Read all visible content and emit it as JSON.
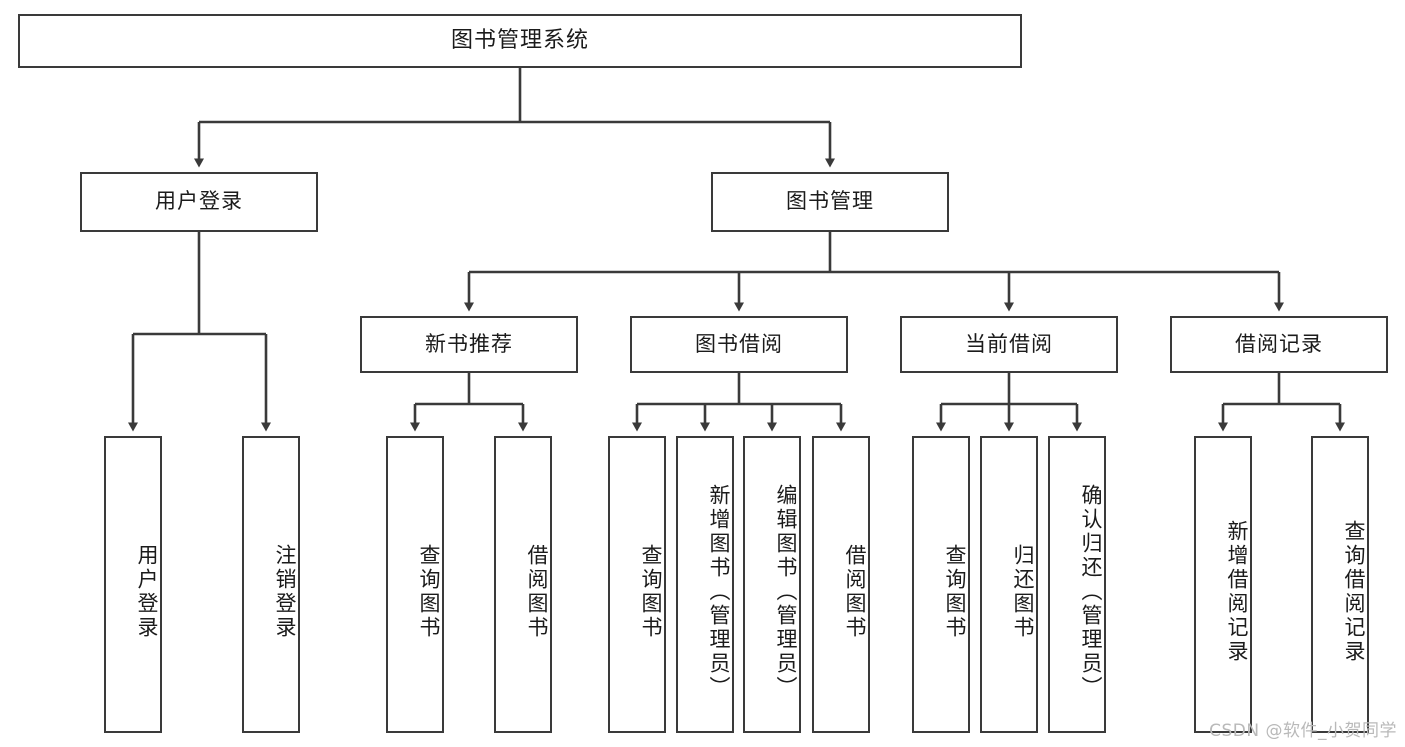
{
  "diagram": {
    "type": "tree",
    "title": "图书管理系统",
    "root": {
      "label": "图书管理系统"
    },
    "level2": [
      {
        "label": "用户登录"
      },
      {
        "label": "图书管理"
      }
    ],
    "level3": [
      {
        "label": "新书推荐"
      },
      {
        "label": "图书借阅"
      },
      {
        "label": "当前借阅"
      },
      {
        "label": "借阅记录"
      }
    ],
    "leaves": {
      "user_login": [
        {
          "label": "用户登录"
        },
        {
          "label": "注销登录"
        }
      ],
      "new_book_recommend": [
        {
          "label": "查询图书"
        },
        {
          "label": "借阅图书"
        }
      ],
      "book_borrow": [
        {
          "label": "查询图书"
        },
        {
          "label": "新增图书（管理员）"
        },
        {
          "label": "编辑图书（管理员）"
        },
        {
          "label": "借阅图书"
        }
      ],
      "current_borrow": [
        {
          "label": "查询图书"
        },
        {
          "label": "归还图书"
        },
        {
          "label": "确认归还（管理员）"
        }
      ],
      "borrow_record": [
        {
          "label": "新增借阅记录"
        },
        {
          "label": "查询借阅记录"
        }
      ]
    }
  },
  "watermark": {
    "text": "CSDN @软件_小贺同学"
  },
  "colors": {
    "box_border": "#3a3a3a",
    "line": "#3a3a3a",
    "background": "#ffffff",
    "text": "#1b1b1b",
    "watermark": "#b9b9b9"
  }
}
